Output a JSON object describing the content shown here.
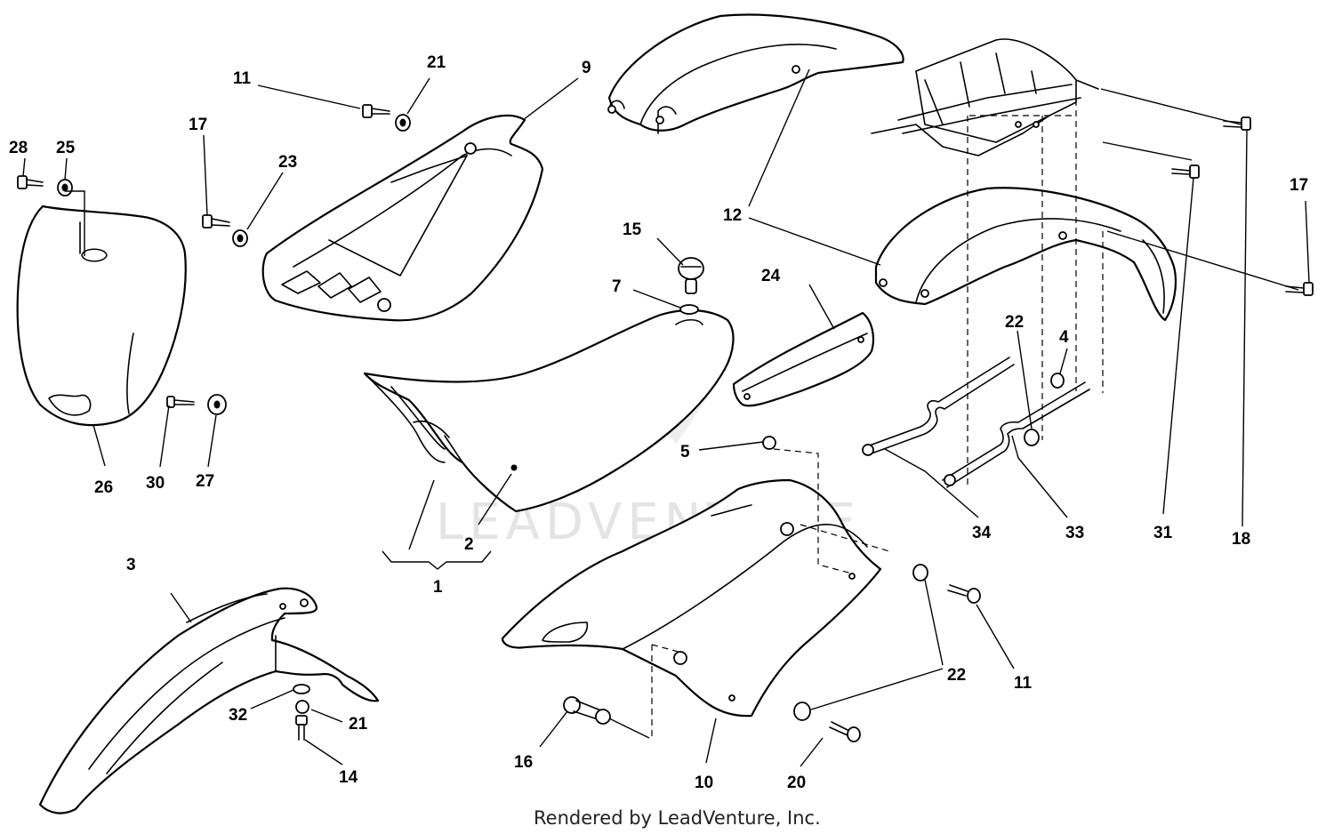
{
  "diagram": {
    "labels": {
      "l1": "1",
      "l2": "2",
      "l3": "3",
      "l4": "4",
      "l5": "5",
      "l7": "7",
      "l9": "9",
      "l10": "10",
      "l11a": "11",
      "l11b": "11",
      "l12": "12",
      "l14": "14",
      "l15": "15",
      "l16": "16",
      "l17a": "17",
      "l17b": "17",
      "l18": "18",
      "l20": "20",
      "l21a": "21",
      "l21b": "21",
      "l22a": "22",
      "l22b": "22",
      "l23": "23",
      "l24": "24",
      "l25": "25",
      "l26": "26",
      "l27": "27",
      "l28": "28",
      "l30": "30",
      "l31": "31",
      "l32": "32",
      "l33": "33",
      "l34": "34"
    },
    "watermark": "LEADVENTURE",
    "footer": "Rendered by LeadVenture, Inc."
  }
}
